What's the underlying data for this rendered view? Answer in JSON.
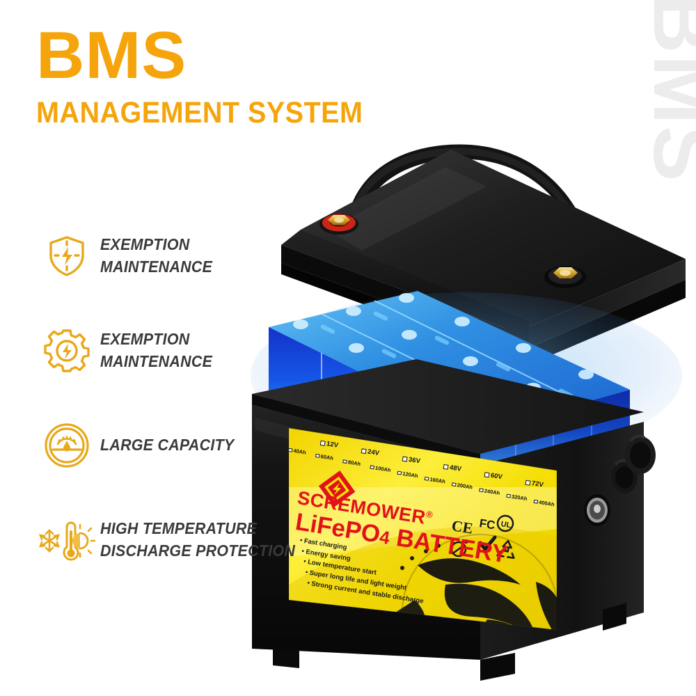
{
  "page": {
    "background": "#ffffff",
    "accent_color": "#F5A50B",
    "text_color": "#3A3A3A",
    "watermark_text": "BMS"
  },
  "headline": {
    "title": "BMS",
    "subtitle": "MANAGEMENT SYSTEM"
  },
  "features": [
    {
      "icon": "shield-bolt-icon",
      "label": "EXEMPTION\nMAINTENANCE"
    },
    {
      "icon": "gear-bolt-icon",
      "label": "EXEMPTION\nMAINTENANCE"
    },
    {
      "icon": "gauge-icon",
      "label": "LARGE CAPACITY"
    },
    {
      "icon": "thermometer-snow-sun-icon",
      "label": "HIGH TEMPERATURE\nDISCHARGE PROTECTION"
    }
  ],
  "product": {
    "label": {
      "background_color": "#F5E400",
      "brand": "SCREMOWER",
      "brand_mark": "®",
      "product_name": "LiFePO4 BATTERY",
      "name_parts": {
        "lead": "LiFePO",
        "sub": "4",
        "tail": " BATTERY"
      },
      "brand_color": "#E1121A",
      "voltages": [
        "12V",
        "24V",
        "36V",
        "48V",
        "60V",
        "72V"
      ],
      "capacities": [
        "40Ah",
        "60Ah",
        "80Ah",
        "100Ah",
        "120Ah",
        "160Ah",
        "200Ah",
        "240Ah",
        "320Ah",
        "400Ah"
      ],
      "bullets": [
        "Fast charging",
        "Energy saving",
        "Low temperature start",
        "Super long life and light weight",
        "Strong current and stable discharge"
      ],
      "certifications": [
        "CE",
        "FC",
        "UL",
        "RoHS-check",
        "recycle",
        "no-bin"
      ]
    },
    "case": {
      "body_color": "#151515",
      "cell_color_top": "#0B3FD6",
      "cell_color_bottom": "#BFE4FF"
    },
    "terminals": [
      {
        "name": "positive-terminal",
        "polarity": "+",
        "ring_color": "#CC2518"
      },
      {
        "name": "negative-terminal",
        "polarity": "-",
        "ring_color": "#1A1A1A"
      }
    ],
    "side_panel": {
      "power_button": "power-switch",
      "ports": [
        "charge-port-cover",
        "discharge-port-cover"
      ]
    }
  }
}
